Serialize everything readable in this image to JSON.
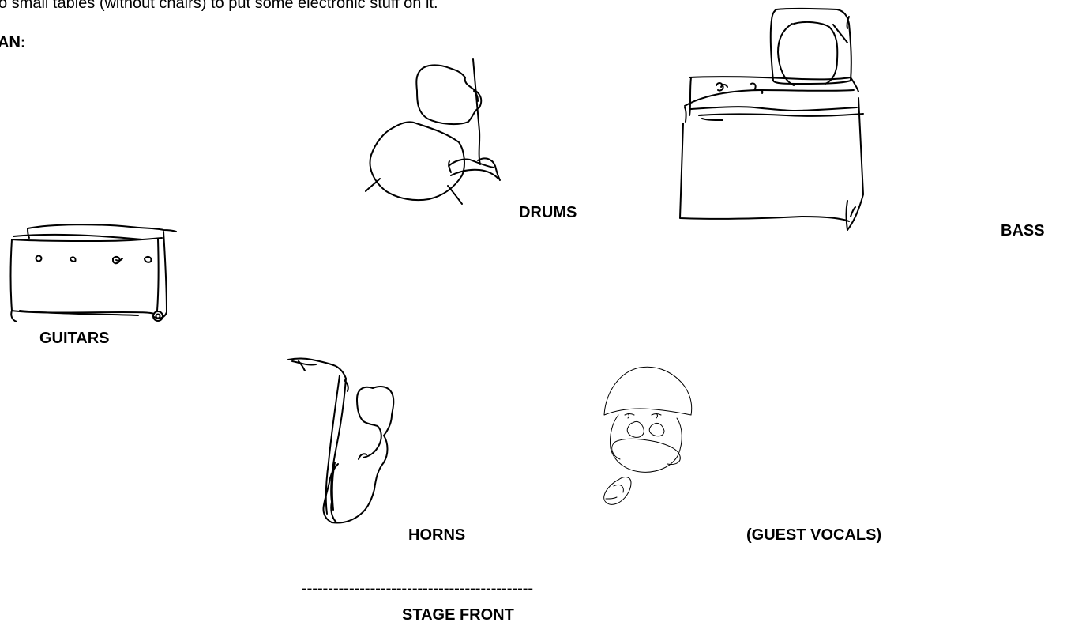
{
  "intro_text": "o small tables (without chairs) to put some electronic stuff on it.",
  "plan_label": "AN:",
  "labels": {
    "drums": "DRUMS",
    "bass": "BASS",
    "guitars": "GUITARS",
    "horns": "HORNS",
    "guest_vocals": "(GUEST VOCALS)"
  },
  "stage_front": {
    "line": "--------------------------------------------",
    "label": "STAGE FRONT"
  },
  "icons": [
    "drum-kit-icon",
    "bass-amp-icon",
    "guitar-amp-icon",
    "saxophone-icon",
    "vocalist-face-icon"
  ]
}
